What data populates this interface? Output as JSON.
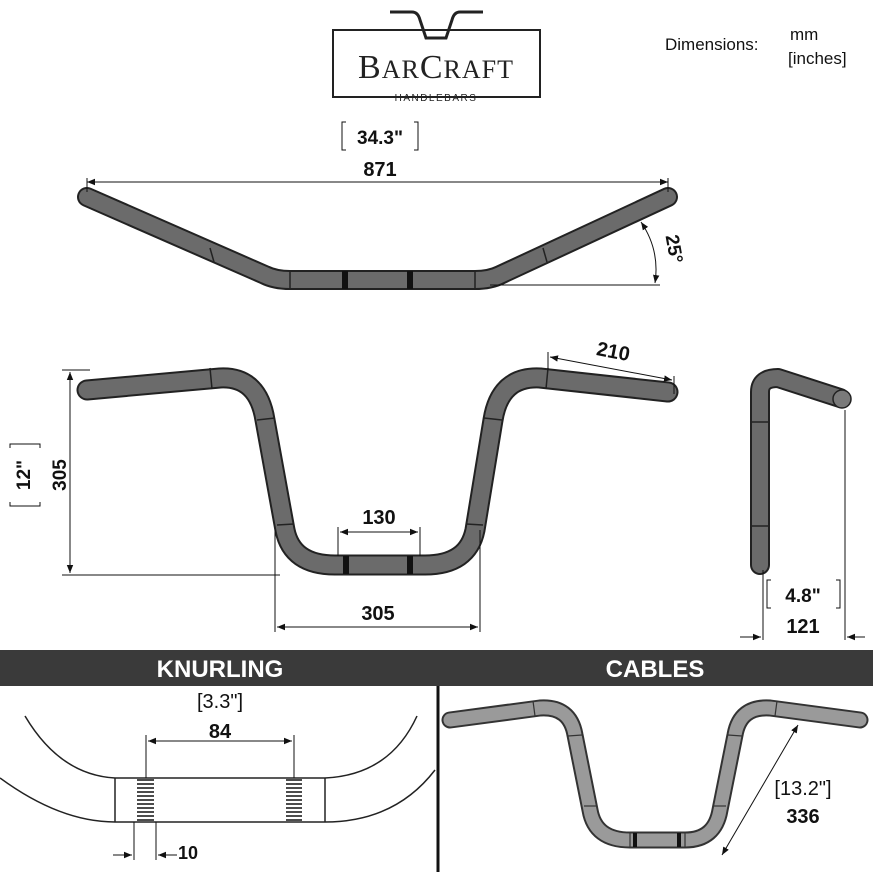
{
  "logo": {
    "brand_bar": "BAR",
    "brand_craft": "CRAFT",
    "subtitle": "HANDLEBARS"
  },
  "legend": {
    "label": "Dimensions:",
    "unit_metric": "mm",
    "unit_imperial": "[inches]"
  },
  "top_view": {
    "width_in": "34.3\"",
    "width_mm": "871",
    "angle": "25°"
  },
  "front_view": {
    "rise_in": "12\"",
    "rise_mm": "305",
    "grip_mm": "210",
    "center_mm": "130",
    "base_mm": "305"
  },
  "side_view": {
    "pullback_in": "4.8\"",
    "pullback_mm": "121"
  },
  "sections": {
    "knurling": {
      "title": "KNURLING",
      "spacing_in": "[3.3\"]",
      "spacing_mm": "84",
      "width_mm": "10"
    },
    "cables": {
      "title": "CABLES",
      "length_in": "[13.2\"]",
      "length_mm": "336"
    }
  },
  "colors": {
    "bar_fill": "#6b6b6b",
    "bar_light": "#9a9a9a",
    "band": "#3a3a3a",
    "knurl": "#111111"
  }
}
